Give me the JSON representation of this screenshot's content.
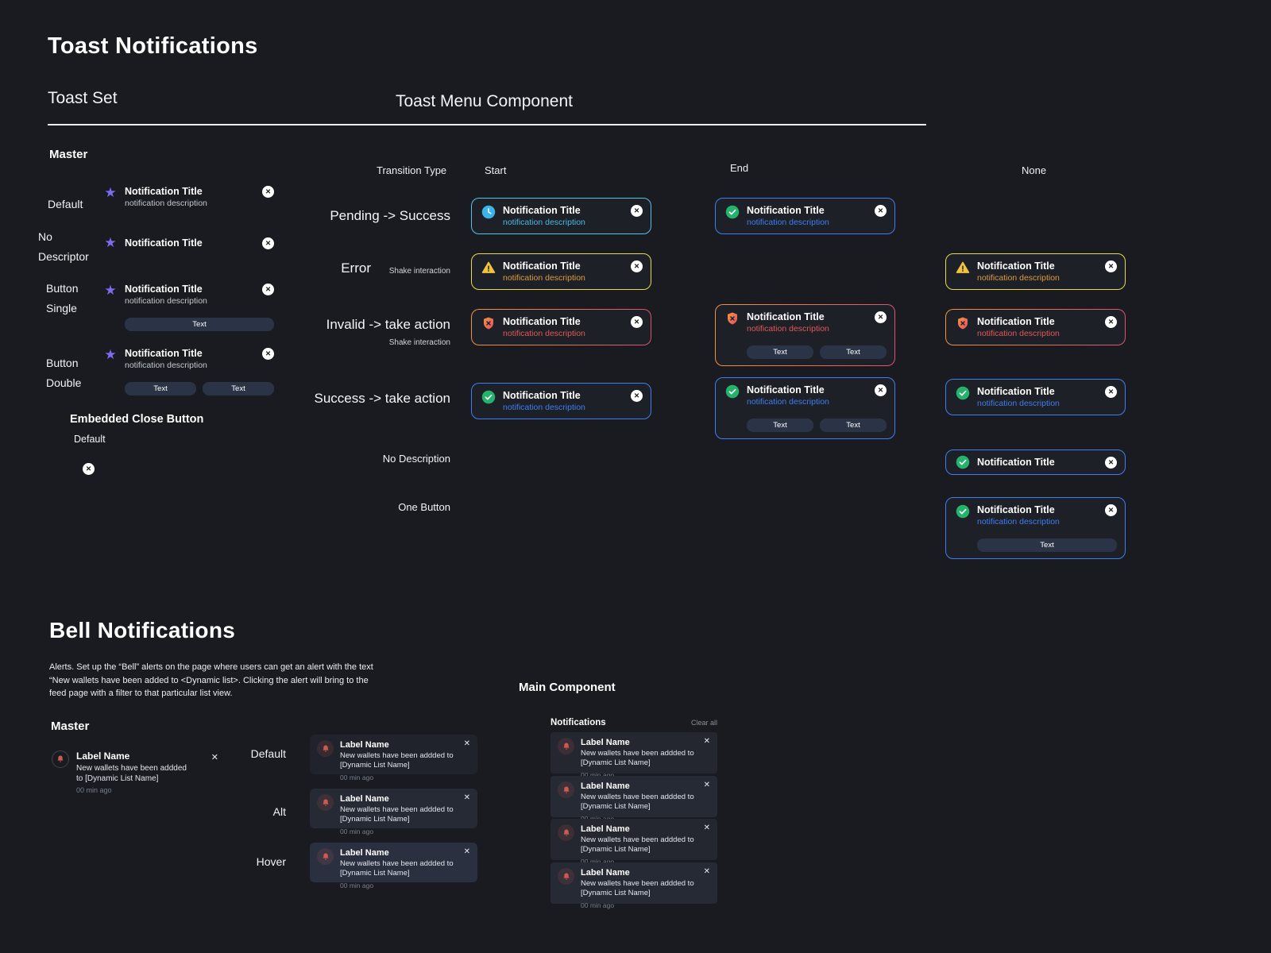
{
  "strings": {
    "toast_title": "Notification Title",
    "toast_desc": "notification description",
    "button_label": "Text",
    "close_glyph": "✕",
    "bell_label": "Label Name",
    "bell_desc": "New wallets have been addded to [Dynamic List Name]",
    "bell_time": "00 min ago"
  },
  "header": {
    "page_title": "Toast Notifications",
    "toast_set": "Toast Set",
    "toast_menu": "Toast Menu Component"
  },
  "master": {
    "heading": "Master",
    "default_label": "Default",
    "no_descriptor_line1": "No",
    "no_descriptor_line2": "Descriptor",
    "button_single_line1": "Button",
    "button_single_line2": "Single",
    "button_double_line1": "Button",
    "button_double_line2": "Double",
    "embedded_heading": "Embedded Close Button",
    "embedded_default_label": "Default"
  },
  "menu": {
    "col_transition_type": "Transition Type",
    "col_start": "Start",
    "col_end": "End",
    "col_none": "None",
    "row_pending": "Pending -> Success",
    "row_error": "Error",
    "row_invalid": "Invalid -> take action",
    "row_success": "Success -> take action",
    "row_no_description": "No Description",
    "row_one_button": "One Button",
    "shake_interaction": "Shake interaction"
  },
  "bell": {
    "section_title": "Bell Notifications",
    "description": "Alerts. Set up the “Bell” alerts on the page where users can get an alert with the text “New wallets have been added to <Dynamic list>. Clicking the alert will bring to the feed page with a filter to that particular list view.",
    "master_heading": "Master",
    "state_default": "Default",
    "state_alt": "Alt",
    "state_hover": "Hover",
    "main_heading": "Main Component",
    "panel_title": "Notifications",
    "clear_all": "Clear all"
  },
  "colors": {
    "page_bg": "#191b21",
    "toast_bg": "#1d2027",
    "pending_accent": "#54c2e9",
    "success_accent": "#3e7ef0",
    "error_border": "#e9d94b",
    "error_desc": "#df9b3f",
    "invalid_gradient_start": "#f2953c",
    "invalid_gradient_end": "#e0506e",
    "invalid_desc": "#e25757",
    "star_purple": "#7c6cf0",
    "bell_red": "#cd5a52",
    "pill_bg": "#2b3447"
  }
}
